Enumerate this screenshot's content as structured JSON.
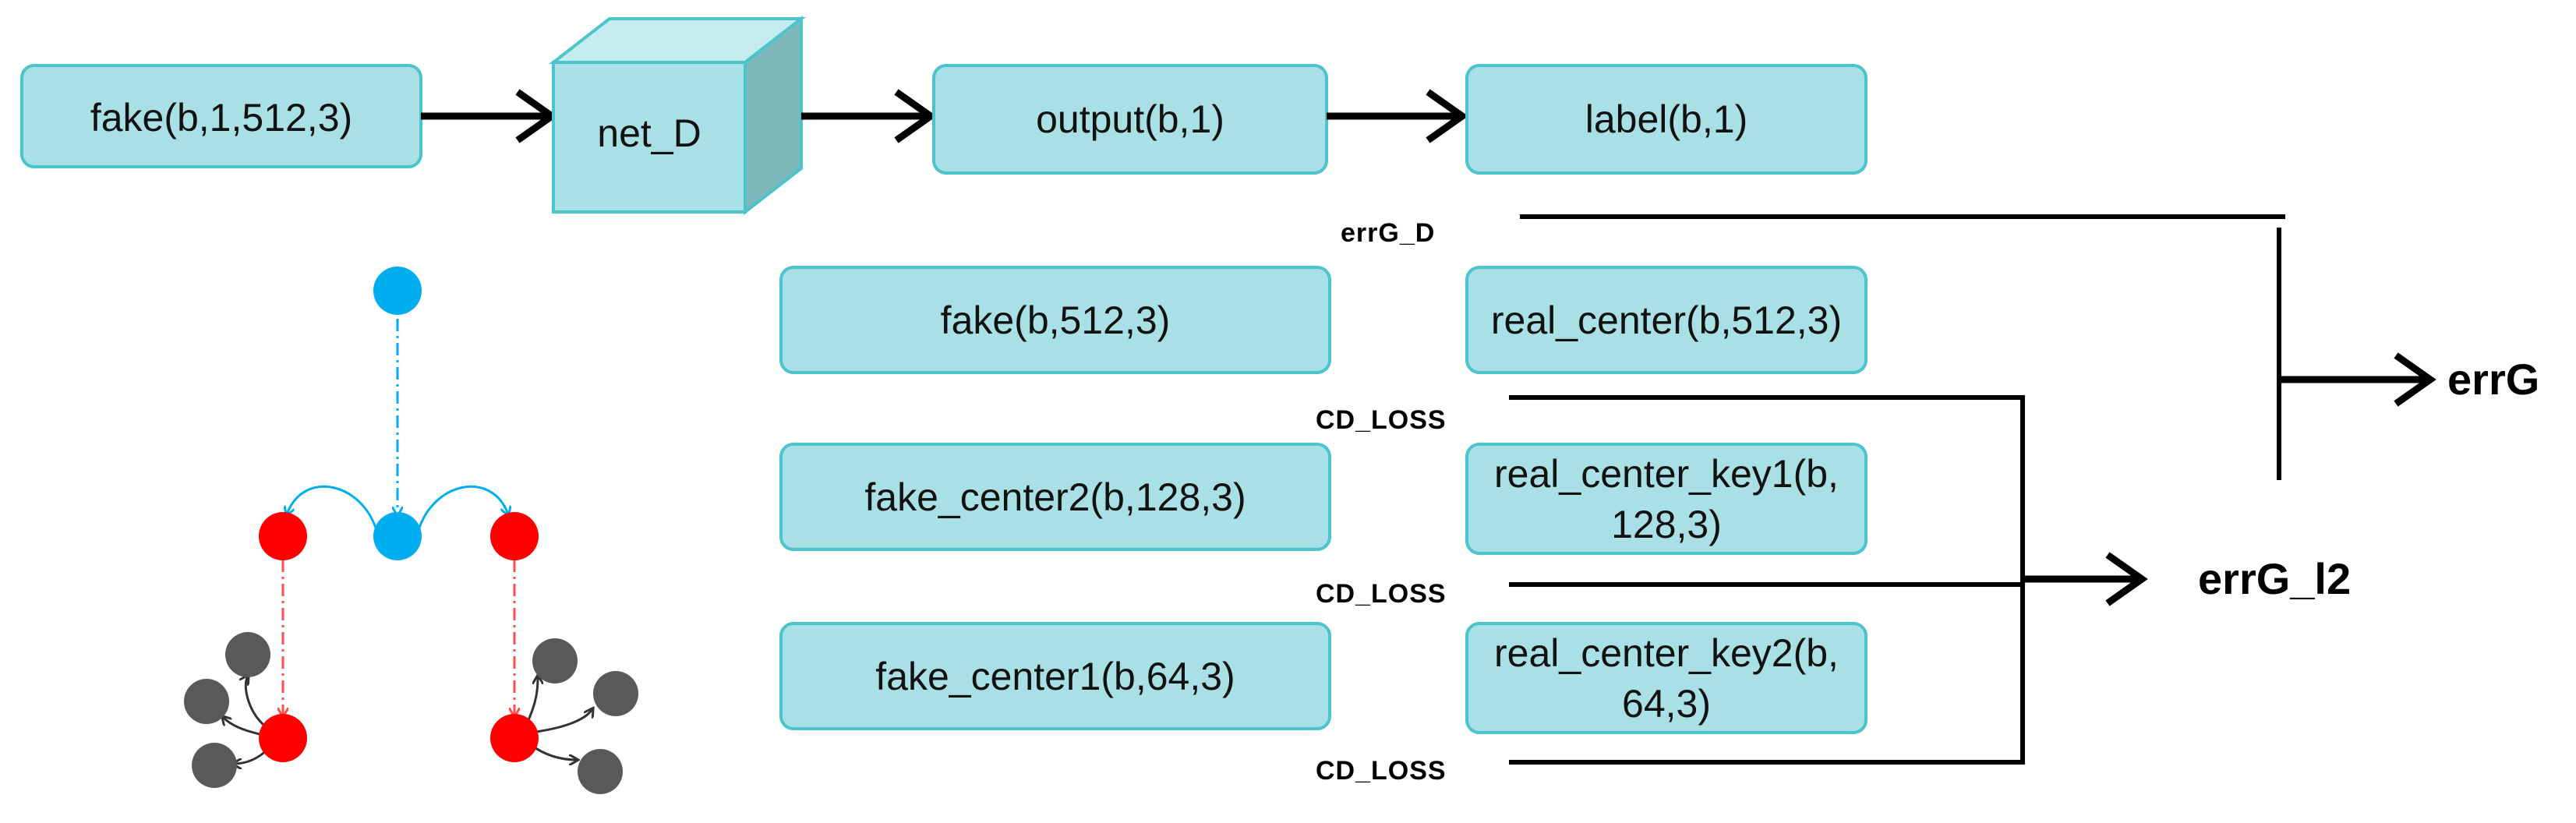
{
  "top_row": {
    "fake_input": "fake(b,1,512,3)",
    "net": "net_D",
    "output": "output(b,1)",
    "label": "label(b,1)"
  },
  "boxes": {
    "fake": "fake(b,512,3)",
    "real_center": "real_center(b,512,3)",
    "fake_center2": "fake_center2(b,128,3)",
    "real_center_key1_line1": "real_center_key1(b,",
    "real_center_key1_line2": "128,3)",
    "fake_center1": "fake_center1(b,64,3)",
    "real_center_key2_line1": "real_center_key2(b,",
    "real_center_key2_line2": "64,3)"
  },
  "losses": {
    "errG_D": "errG_D",
    "cd_loss_1": "CD_LOSS",
    "cd_loss_2": "CD_LOSS",
    "cd_loss_3": "CD_LOSS",
    "errG_l2": "errG_l2",
    "errG": "errG"
  },
  "colors": {
    "box_fill": "#a8e0e6",
    "box_stroke": "#4cc4cc",
    "cube_front": "#a8e0e6",
    "cube_top": "#c4ecef",
    "cube_side": "#7fb8bb",
    "node_blue": "#00aeef",
    "node_red": "#ff0000",
    "node_gray": "#595959"
  }
}
